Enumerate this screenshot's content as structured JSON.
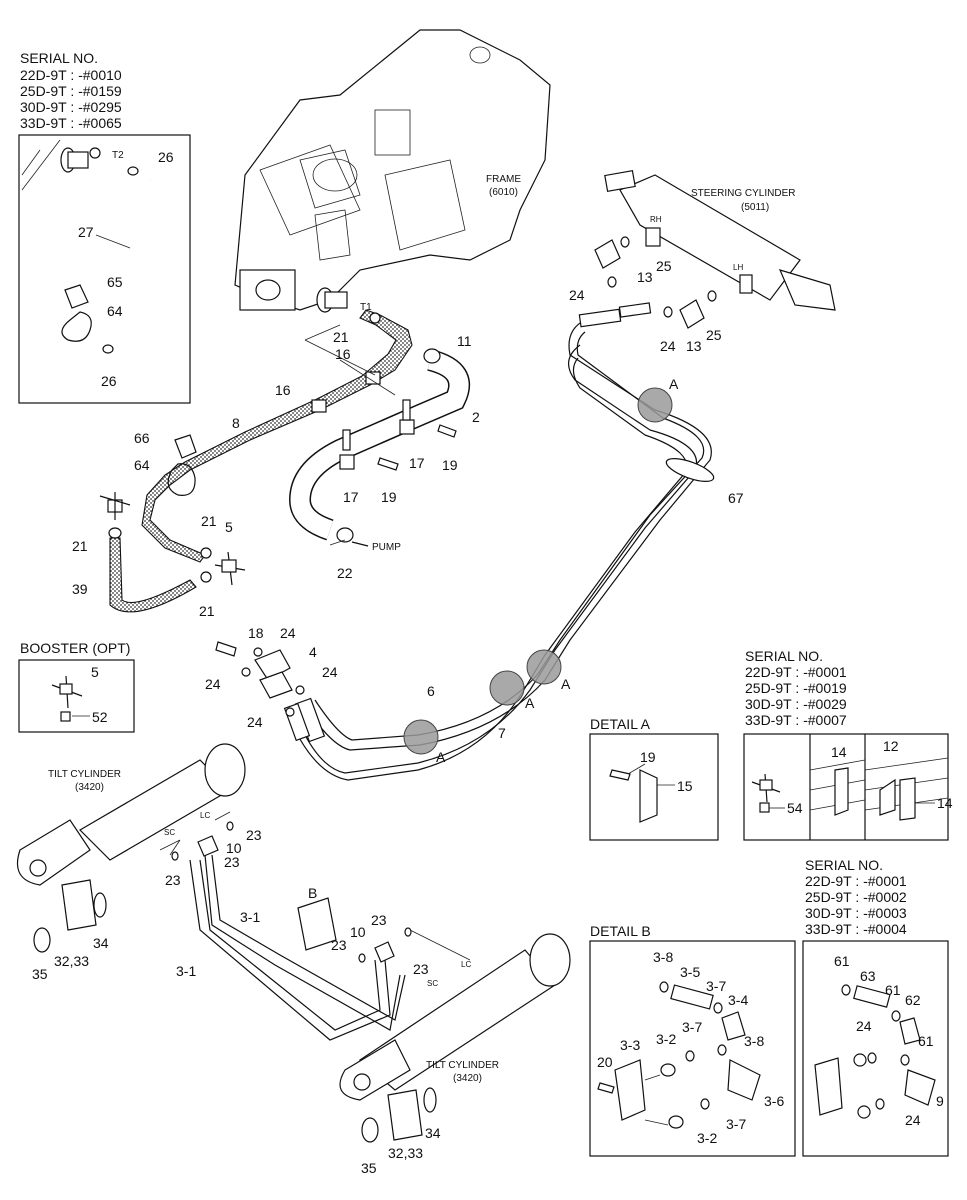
{
  "serial_top": {
    "title": "SERIAL NO.",
    "lines": [
      "22D-9T : -#0010",
      "25D-9T : -#0159",
      "30D-9T : -#0295",
      "33D-9T : -#0065"
    ]
  },
  "serial_mid": {
    "title": "SERIAL NO.",
    "lines": [
      "22D-9T : -#0001",
      "25D-9T : -#0019",
      "30D-9T : -#0029",
      "33D-9T : -#0007"
    ]
  },
  "serial_low": {
    "title": "SERIAL NO.",
    "lines": [
      "22D-9T : -#0001",
      "25D-9T : -#0002",
      "30D-9T : -#0003",
      "33D-9T : -#0004"
    ]
  },
  "titles": {
    "frame": "FRAME",
    "frame_code": "(6010)",
    "steering": "STEERING CYLINDER",
    "steering_code": "(5011)",
    "tilt": "TILT CYLINDER",
    "tilt_code": "(3420)",
    "booster": "BOOSTER (OPT)",
    "detail_a": "DETAIL A",
    "detail_b": "DETAIL B",
    "pump": "PUMP",
    "rh": "RH",
    "lh": "LH",
    "sc": "SC",
    "lc": "LC",
    "t1": "T1",
    "t2": "T2"
  },
  "callouts": {
    "n2": "2",
    "n4": "4",
    "n5": "5",
    "n6": "6",
    "n7": "7",
    "n8": "8",
    "n9": "9",
    "n10": "10",
    "n11": "11",
    "n12": "12",
    "n13": "13",
    "n14": "14",
    "n15": "15",
    "n16": "16",
    "n17": "17",
    "n18": "18",
    "n19": "19",
    "n20": "20",
    "n21": "21",
    "n22": "22",
    "n23": "23",
    "n24": "24",
    "n25": "25",
    "n26": "26",
    "n27": "27",
    "n34": "34",
    "n35": "35",
    "n39": "39",
    "n52": "52",
    "n54": "54",
    "n61": "61",
    "n62": "62",
    "n63": "63",
    "n64": "64",
    "n65": "65",
    "n66": "66",
    "n67": "67",
    "n3_1": "3-1",
    "n3_2": "3-2",
    "n3_3": "3-3",
    "n3_4": "3-4",
    "n3_5": "3-5",
    "n3_6": "3-6",
    "n3_7": "3-7",
    "n3_8": "3-8",
    "n32_33": "32,33",
    "a": "A",
    "b": "B"
  }
}
